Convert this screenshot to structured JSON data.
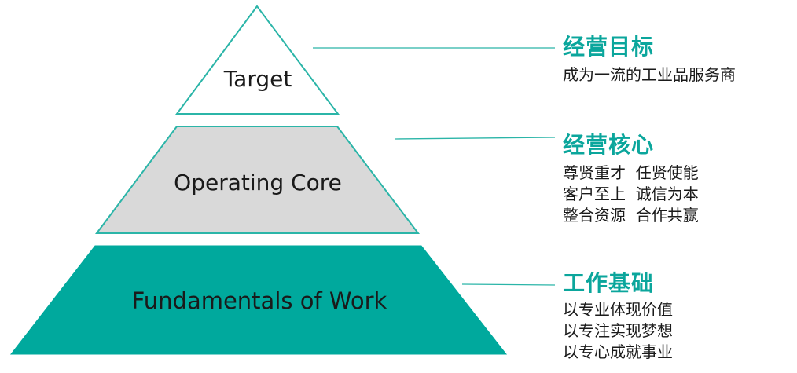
{
  "pyramid": {
    "tiers": [
      {
        "label": "Target"
      },
      {
        "label": "Operating Core"
      },
      {
        "label": "Fundamentals of Work"
      }
    ]
  },
  "sections": [
    {
      "title": "经营目标",
      "lines": [
        "成为一流的工业品服务商"
      ]
    },
    {
      "title": "经营核心",
      "lines": [
        "尊贤重才  任贤使能",
        "客户至上  诚信为本",
        "整合资源  合作共赢"
      ]
    },
    {
      "title": "工作基础",
      "lines": [
        "以专业体现价值",
        "以专注实现梦想",
        "以专心成就事业"
      ]
    }
  ],
  "colors": {
    "accent": "#0ba69c",
    "tier_top_fill": "#ffffff",
    "tier_middle_fill": "#d9d9d9",
    "tier_bottom_fill": "#00a99d",
    "outline": "#2bb5a8",
    "connector": "#2bb5a8"
  }
}
